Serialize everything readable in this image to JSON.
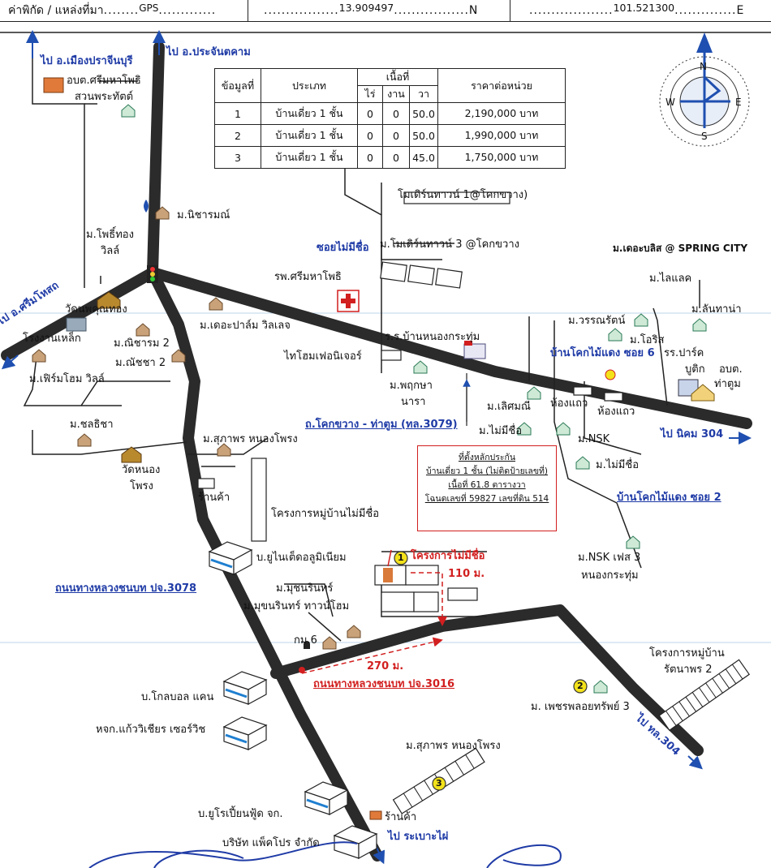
{
  "header": {
    "coord_label": "ค่าพิกัด / แหล่งที่มา",
    "coord_source": "GPS",
    "latitude": "13.909497",
    "lat_dir": "N",
    "longitude": "101.521300",
    "lon_dir": "E"
  },
  "compass": {
    "n": "N",
    "s": "S",
    "e": "E",
    "w": "W"
  },
  "price_table": {
    "headers": {
      "no": "ข้อมูลที่",
      "type": "ประเภท",
      "area": "เนื้อที่",
      "rai": "ไร่",
      "ngan": "งาน",
      "wa": "วา",
      "price": "ราคาต่อหน่วย"
    },
    "rows": [
      {
        "no": "1",
        "type": "บ้านเดี่ยว 1 ชั้น",
        "rai": "0",
        "ngan": "0",
        "wa": "50.0",
        "price": "2,190,000 บาท"
      },
      {
        "no": "2",
        "type": "บ้านเดี่ยว 1 ชั้น",
        "rai": "0",
        "ngan": "0",
        "wa": "50.0",
        "price": "1,990,000 บาท"
      },
      {
        "no": "3",
        "type": "บ้านเดี่ยว 1 ชั้น",
        "rai": "0",
        "ngan": "0",
        "wa": "45.0",
        "price": "1,750,000 บาท"
      }
    ]
  },
  "collateral_box": {
    "line1": "ที่ตั้งหลักประกัน",
    "line2": "บ้านเดี่ยว 1 ชั้น (ไม่ติดป้ายเลขที่)",
    "line3": "เนื้อที่ 61.8 ตารางวา",
    "line4": "โฉนดเลขที่ 59827 เลขที่ดิน 514"
  },
  "roads": {
    "to_prachinburi": "ไป อ.เมืองปราจีนบุรี",
    "to_prachantakham": "ไป อ.ประจันตคาม",
    "to_srimahosot": "ไป อ.ศรีมโหสถ",
    "to_nikhom304": "ไป นิคม 304",
    "to_highway304": "ไป ทล.304",
    "to_rabao": "ไป ระเบาะไผ่",
    "soi_unnamed": "ซอยไม่มีชื่อ",
    "khok_khwang_road": "ถ.โคกขวาง - ท่าตูม (ทล.3079)",
    "rural_3078": "ถนนทางหลวงชนบท ปจ.3078",
    "rural_3016": "ถนนทางหลวงชนบท ปจ.3016",
    "soi6": "บ้านโคกไม้แดง ซอย 6",
    "soi2": "บ้านโคกไม้แดง ซอย 2"
  },
  "distances": {
    "d110": "110 ม.",
    "d270": "270 ม."
  },
  "markers": {
    "m1": "1",
    "m2": "2",
    "m3": "3"
  },
  "places": {
    "sao_srimahaphot": "อบต.ศรีมหาโพธิ",
    "suan_phrathat": "สวนพระทัตต์",
    "nicharom": "ม.นิชารมณ์",
    "phothong_villa": "ม.โพธิ์ทอง",
    "phothong_villa2": "วิลล์",
    "modern_town1": "โมเดิร์นทาวน์ 1@โคกขวาง)",
    "modern_town3": "ม.โมเดิร์นทาวน์ 3 @โคกขวาง",
    "the_bliss": "ม.เดอะบลิส @ SPRING CITY",
    "hospital": "รพ.ศรีมหาโพธิ",
    "wat_pkt": "วัดนพคุณทอง",
    "steel_factory": "โรงงานเหล็ก",
    "nicharam2": "ม.ณิชารม 2",
    "natcha2": "ม.ณัชชา 2",
    "firm_home": "ม.เฟิร์มโฮม วิลล์",
    "the_palm": "ม.เดอะปาล์ม วิลเลจ",
    "thai_home": "ไทโฮมเฟอนิเจอร์",
    "school": "ร.ร.บ้านหนองกระทุ่ม",
    "phruksa": "ม.พฤกษา",
    "phruksa2": "นารา",
    "lalaville": "ม.ไลแลค",
    "lantana": "ม.ลันทาน่า",
    "wannarat": "ม.วรรณรัตน์",
    "oris": "ม.โอริส",
    "rr_park": "รร.ปาร์ค",
    "rr_park2": "บูติก",
    "sao_thatum": "อบต.",
    "sao_thatum2": "ท่าตูม",
    "lertsamanee": "ม.เลิศมณี",
    "shophouse1": "ห้องแถว",
    "shophouse2": "ห้องแถว",
    "nsk": "ม.NSK",
    "unnamed_village1": "ม.ไม่มีชื่อ",
    "unnamed_village2": "ม.ไม่มีชื่อ",
    "cholthicha": "ม.ชลธิชา",
    "wat_nongphrong": "วัดหนอง",
    "wat_nongphrong2": "โพรง",
    "suphaphon1": "ม.สุภาพร หนองโพรง",
    "shop1": "ร้านค้า",
    "unnamed_project_village": "โครงการหมู่บ้านไม่มีชื่อ",
    "unnamed_project": "โครงการไม่มีชื่อ",
    "united_aluminium": "บ.ยูไนเต็ดอลูมิเนียม",
    "nsk_phase3": "ม.NSK เฟส 3",
    "nongkrathum": "หนองกระทุ่ม",
    "mutchanin": "ม.มุชนรินทร์",
    "mutchanin_townhome": "ม.มุขนรินทร์ ทาวน์โฮม",
    "km6": "กม.6",
    "rattanaphon_project": "โครงการหมู่บ้าน",
    "rattanaphon_project2": "รัตนาพร 2",
    "global_can": "บ.โกลบอล แคน",
    "kaew_vichian": "หจก.แก้ววิเชียร เซอร์วิช",
    "phetcharaphon": "ม. เพชรพลอยทรัพย์ 3",
    "suphaphon2": "ม.สุภาพร หนองโพรง",
    "euro_food": "บ.ยูโรเปี้ยนฟู้ด จก.",
    "shop2": "ร้านค้า",
    "packpro": "บริษัท แพ็คโปร จำกัด"
  },
  "colors": {
    "road": "#2b2b2b",
    "label_blue": "#1f3ba6",
    "label_red": "#d21f1f",
    "marker_yellow": "#f3e21a"
  }
}
